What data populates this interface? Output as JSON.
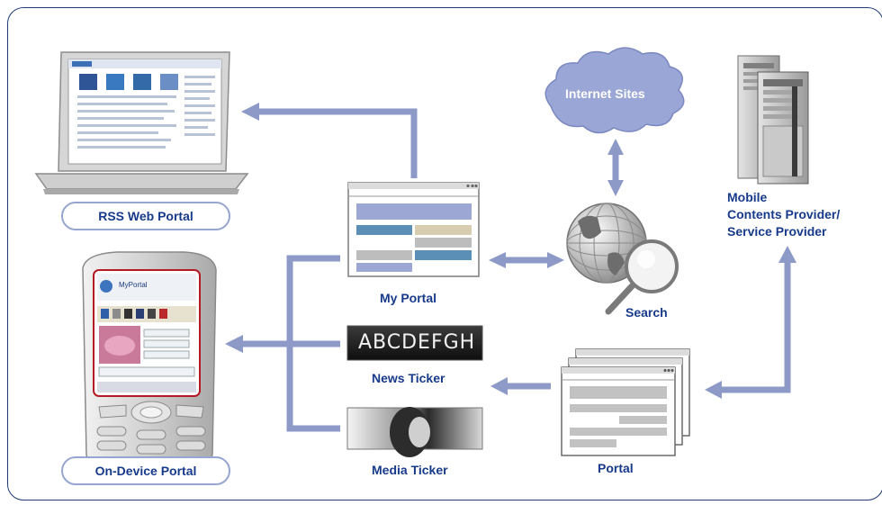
{
  "labels": {
    "rss_web_portal": "RSS Web Portal",
    "on_device_portal": "On-Device Portal",
    "my_portal": "My Portal",
    "news_ticker": "News Ticker",
    "media_ticker": "Media Ticker",
    "portal": "Portal",
    "search": "Search",
    "internet_sites": "Internet Sites",
    "provider_line1": "Mobile",
    "provider_line2": "Contents Provider/",
    "provider_line3": "Service Provider"
  },
  "ticker": {
    "text": "ABCDEFGH"
  },
  "phone": {
    "app_name": "MyPortal"
  },
  "colors": {
    "arrow": "#8d9ac8",
    "label": "#173a8a",
    "frame_border": "#1f3a78",
    "cloud": "#9aa6d6"
  }
}
